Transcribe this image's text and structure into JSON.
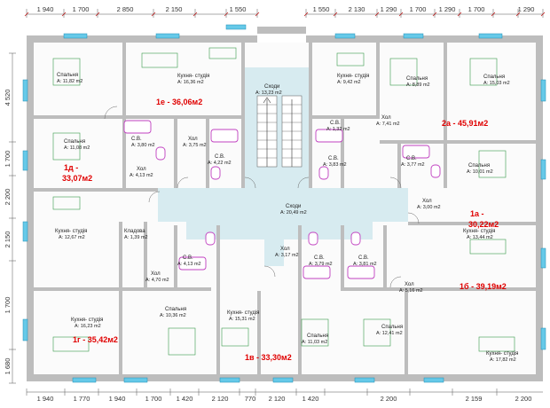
{
  "dims_top": [
    "1 940",
    "1 700",
    "2 850",
    "2 150",
    "1 550",
    "1 550",
    "2 130",
    "1 290",
    "1 700",
    "1 290",
    "1 700",
    "1 290"
  ],
  "dims_bottom": [
    "1 940",
    "1 770",
    "1 940",
    "1 700",
    "1 420",
    "2 120",
    "770",
    "2 120",
    "1 420",
    "2 200",
    "2 159",
    "2 200"
  ],
  "dims_left": [
    "4 520",
    "1 700",
    "2 200",
    "2 150",
    "1 700",
    "1 680"
  ],
  "apartments": [
    {
      "label": "1е - 36,06м2"
    },
    {
      "label": "2а - 45,91м2"
    },
    {
      "label": "1д -"
    },
    {
      "label": "33,07м2"
    },
    {
      "label": "1а -"
    },
    {
      "label": "30,22м2"
    },
    {
      "label": "1б - 39,19м2"
    },
    {
      "label": "1г - 35,42м2"
    },
    {
      "label": "1в - 33,30м2"
    }
  ],
  "rooms": [
    {
      "name": "Спальня",
      "area": "A: 11,82 m2"
    },
    {
      "name": "Кухня- студія",
      "area": "A: 16,36 m2"
    },
    {
      "name": "Сходи",
      "area": "A: 13,23 m2"
    },
    {
      "name": "Кухня- студія",
      "area": "A: 9,42 m2"
    },
    {
      "name": "Спальня",
      "area": "A: 8,89 m2"
    },
    {
      "name": "Спальня",
      "area": "A: 15,03 m2"
    },
    {
      "name": "Спальня",
      "area": "A: 11,08 m2"
    },
    {
      "name": "С.В.",
      "area": "A: 3,80 m2"
    },
    {
      "name": "Хол",
      "area": "A: 3,75 m2"
    },
    {
      "name": "С.В.",
      "area": "A: 4,22 m2"
    },
    {
      "name": "Хол",
      "area": "A: 4,13 m2"
    },
    {
      "name": "Хол",
      "area": "A: 7,41 m2"
    },
    {
      "name": "С.В.",
      "area": "A: 1,32 m2"
    },
    {
      "name": "С.В.",
      "area": "A: 3,83 m2"
    },
    {
      "name": "С.В.",
      "area": "A: 3,77 m2"
    },
    {
      "name": "Спальня",
      "area": "A: 10,01 m2"
    },
    {
      "name": "Сходи",
      "area": "A: 20,49 m2"
    },
    {
      "name": "Хол",
      "area": "A: 3,00 m2"
    },
    {
      "name": "Кухня- студія",
      "area": "A: 12,67 m2"
    },
    {
      "name": "Кладова",
      "area": "A: 1,39 m2"
    },
    {
      "name": "Кухня- студія",
      "area": "A: 13,44 m2"
    },
    {
      "name": "С.В.",
      "area": "A: 4,13 m2"
    },
    {
      "name": "Хол",
      "area": "A: 3,17 m2"
    },
    {
      "name": "С.В.",
      "area": "A: 3,79 m2"
    },
    {
      "name": "С.В.",
      "area": "A: 3,81 m2"
    },
    {
      "name": "Хол",
      "area": "A: 4,70 m2"
    },
    {
      "name": "Хол",
      "area": "A: 5,16 m2"
    },
    {
      "name": "Кухня- студія",
      "area": "A: 16,23 m2"
    },
    {
      "name": "Спальня",
      "area": "A: 10,36 m2"
    },
    {
      "name": "Кухня- студія",
      "area": "A: 15,31 m2"
    },
    {
      "name": "Спальня",
      "area": "A: 11,03 m2"
    },
    {
      "name": "Спальня",
      "area": "A: 12,41 m2"
    },
    {
      "name": "Кухня- студія",
      "area": "A: 17,82 m2"
    }
  ]
}
